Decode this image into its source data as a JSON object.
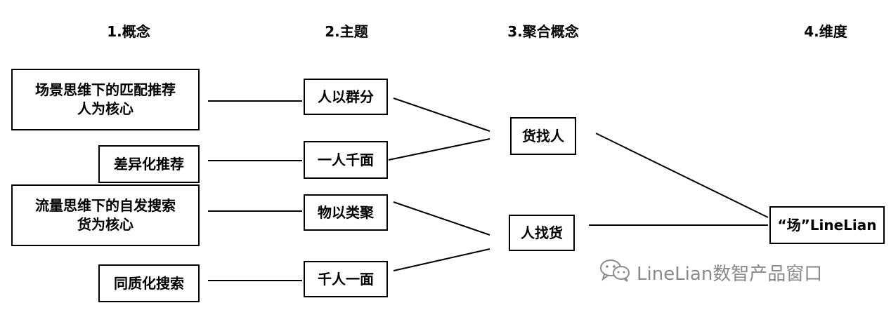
{
  "headers": {
    "concept": "1.概念",
    "topic": "2.主题",
    "aggregate": "3.聚合概念",
    "dimension": "4.维度"
  },
  "concepts": {
    "c1_line1": "场景思维下的匹配推荐",
    "c1_line2": "人为核心",
    "c2": "差异化推荐",
    "c3_line1": "流量思维下的自发搜索",
    "c3_line2": "货为核心",
    "c4": "同质化搜索"
  },
  "topics": [
    "人以群分",
    "一人千面",
    "物以类聚",
    "千人一面"
  ],
  "aggregates": [
    "货找人",
    "人找货"
  ],
  "dimension": "“场”LineLian",
  "watermark": "LineLian数智产品窗口",
  "watermark_icon": "wechat-icon"
}
